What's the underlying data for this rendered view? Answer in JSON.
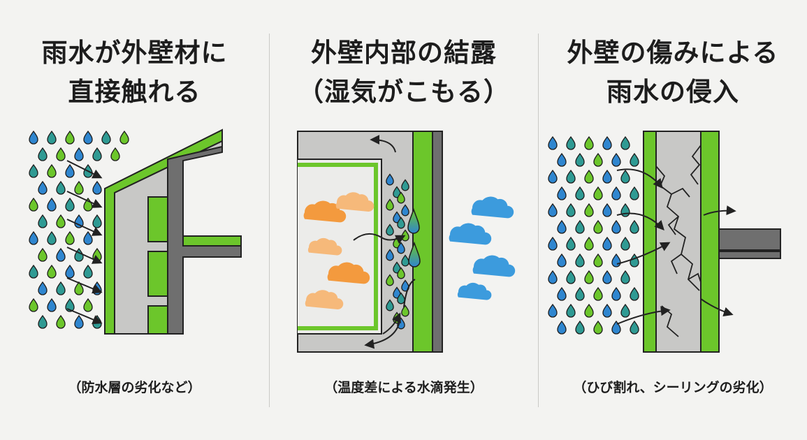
{
  "panels": [
    {
      "title_lines": [
        "雨水が外壁材に",
        "直接触れる"
      ],
      "caption": "（防水層の劣化など）"
    },
    {
      "title_lines": [
        "外壁内部の結露",
        "（湿気がこもる）"
      ],
      "caption": "（温度差による水滴発生）"
    },
    {
      "title_lines": [
        "外壁の傷みによる",
        "雨水の侵入"
      ],
      "caption": "（ひび割れ、シーリングの劣化）"
    }
  ],
  "colors": {
    "green": "#6cc62b",
    "teal": "#2f9a93",
    "blue": "#2f86cf",
    "orange": "#f39a3e",
    "cloud_blue": "#3c9bdd",
    "wall_gray": "#c8c8c6",
    "dark_gray": "#6f6f6f"
  },
  "icons": [
    "raindrop-icon",
    "arrow-icon",
    "cloud-icon",
    "crack-icon"
  ]
}
